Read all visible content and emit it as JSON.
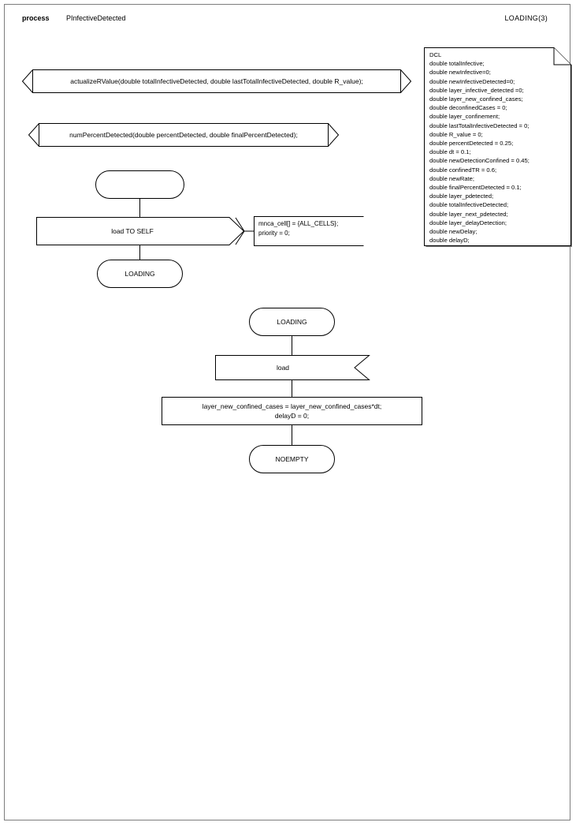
{
  "header": {
    "keyword": "process",
    "process_name": "PInfectiveDetected",
    "page_label": "LOADING(3)"
  },
  "declarations": {
    "title": "DCL",
    "text": "DCL\ndouble totalInfective;\ndouble newInfective=0;\ndouble newInfectiveDetected=0;\ndouble layer_infective_detected =0;\ndouble layer_new_confined_cases;\ndouble deconfinedCases = 0;\ndouble layer_confinement;\ndouble lastTotalInfectiveDetected = 0;\ndouble R_value = 0;\ndouble percentDetected = 0.25;\ndouble dt = 0.1;\ndouble newDetectionConfined = 0.45;\ndouble confinedTR = 0.6;\ndouble newRate;\ndouble finalPercentDetected = 0.1;\ndouble layer_pdetected;\ndouble totalInfectiveDetected;\ndouble layer_next_pdetected;\ndouble layer_delayDetection;\ndouble newDelay;\ndouble delayD;",
    "items": [
      "double totalInfective;",
      "double newInfective=0;",
      "double newInfectiveDetected=0;",
      "double layer_infective_detected =0;",
      "double layer_new_confined_cases;",
      "double deconfinedCases = 0;",
      "double layer_confinement;",
      "double lastTotalInfectiveDetected = 0;",
      "double R_value = 0;",
      "double percentDetected = 0.25;",
      "double dt = 0.1;",
      "double newDetectionConfined = 0.45;",
      "double confinedTR = 0.6;",
      "double newRate;",
      "double finalPercentDetected = 0.1;",
      "double layer_pdetected;",
      "double totalInfectiveDetected;",
      "double layer_next_pdetected;",
      "double layer_delayDetection;",
      "double newDelay;",
      "double delayD;"
    ]
  },
  "procedures": [
    {
      "signature": "actualizeRValue(double totalInfectiveDetected, double lastTotalInfectiveDetected, double R_value);"
    },
    {
      "signature": "numPercentDetected(double percentDetected, double finalPercentDetected);"
    }
  ],
  "flow": {
    "start_symbol_label": "",
    "output_load_self": "load TO SELF",
    "comment_1": "mnca_cell[] = {ALL_CELLS};\npriority = 0;",
    "state_loading_1": "LOADING",
    "state_loading_2": "LOADING",
    "input_load": "load",
    "task_1": "layer_new_confined_cases = layer_new_confined_cases*dt;\ndelayD = 0;",
    "state_noempty": "NOEMPTY"
  },
  "colors": {
    "stroke": "#000000",
    "shadow": "#808080",
    "page_frame": "#7d7d7d",
    "background": "#ffffff"
  }
}
